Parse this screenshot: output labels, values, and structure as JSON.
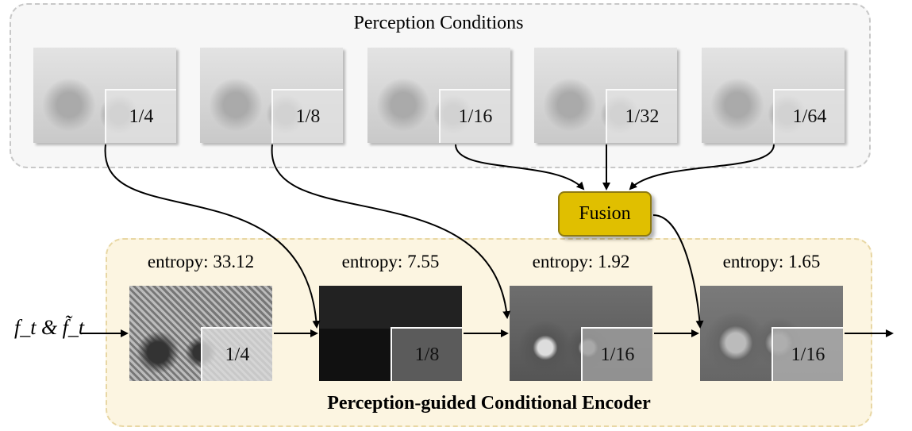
{
  "perception": {
    "title": "Perception Conditions",
    "conditions": [
      {
        "scale": "1/4"
      },
      {
        "scale": "1/8"
      },
      {
        "scale": "1/16"
      },
      {
        "scale": "1/32"
      },
      {
        "scale": "1/64"
      }
    ]
  },
  "fusion": {
    "label": "Fusion"
  },
  "encoder": {
    "title": "Perception-guided Conditional Encoder",
    "features": [
      {
        "entropy": "entropy: 33.12",
        "scale": "1/4"
      },
      {
        "entropy": "entropy: 7.55",
        "scale": "1/8"
      },
      {
        "entropy": "entropy: 1.92",
        "scale": "1/16"
      },
      {
        "entropy": "entropy: 1.65",
        "scale": "1/16"
      }
    ]
  },
  "input": {
    "label": "f_t & f̃_t"
  },
  "colors": {
    "fusion": "#e0bf00",
    "encoder_bg": "#fcf5e1",
    "perception_bg": "#f7f7f7"
  }
}
